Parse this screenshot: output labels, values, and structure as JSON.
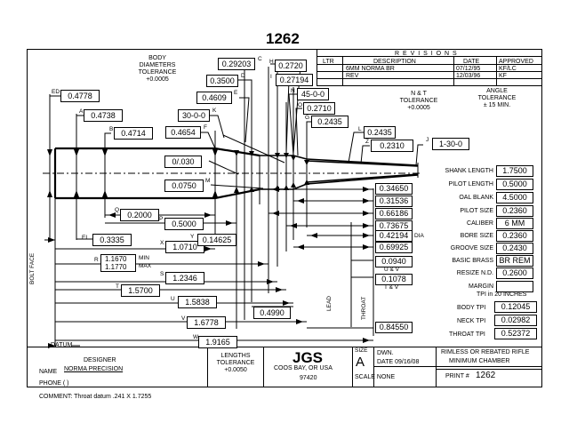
{
  "title": "1262",
  "revisions": {
    "header": "R E V I S I O N S",
    "cols": [
      "LTR",
      "DESCRIPTION",
      "DATE",
      "APPROVED"
    ],
    "rows": [
      {
        "ltr": "",
        "desc": "6MM NORMA BR",
        "date": "07/12/95",
        "appr": "KF/LC"
      },
      {
        "ltr": "",
        "desc": "REV",
        "date": "12/03/96",
        "appr": "KF"
      }
    ]
  },
  "notes": {
    "body_tol": [
      "BODY",
      "DIAMETERS",
      "TOLERANCE",
      "+0.0005"
    ],
    "nt_tol": [
      "N & T",
      "TOLERANCE",
      "+0.0005"
    ],
    "angle_tol": [
      "ANGLE",
      "TOLERANCE",
      "± 15 MIN."
    ]
  },
  "dims": {
    "ed": "0.4778",
    "ed_label": "ED",
    "a": "0.4738",
    "a_label": "A",
    "b": "0.4714",
    "b_label": "B",
    "f": "0.4654",
    "f_label": "F",
    "k_angle": "30-0-0",
    "k_label": "K",
    "e": "0.4609",
    "e_label": "E",
    "d": "0.3500",
    "d_label": "D",
    "c": "0.29203",
    "c_label": "C",
    "h": "0.2720",
    "h_label": "H",
    "i": "0.27194",
    "i_label": "I",
    "n_angle": "45-0-0",
    "n_label": "N",
    "o_letter": "O",
    "o": "0.2710",
    "g": "0.2435",
    "g_label": "G",
    "l": "0.2435",
    "l_label": "L",
    "z": "0.2310",
    "z_label": "Z",
    "j_angle": "1-30-0",
    "j_label": "J",
    "neck_angle": "0/.030",
    "m": "0.0750",
    "m_label": "M",
    "q": "0.2000",
    "q_label": "Q",
    "p": "0.5000",
    "p_label": "P",
    "el": "0.3335",
    "el_label": "EL",
    "x": "1.0710",
    "x_label": "X",
    "y": "0.14625",
    "y_label": "Y",
    "r_min": "1.1670",
    "r_max": "1.1770",
    "r_label": "R",
    "min_label": "MIN",
    "max_label": "MAX",
    "s": "1.2346",
    "s_label": "S",
    "t": "1.5700",
    "t_label": "T",
    "u": "1.5838",
    "u_label": "U",
    "v": "1.6778",
    "v_label": "V",
    "w": "1.9165",
    "w_label": "W",
    "v2": "0.4990",
    "r1": "0.34650",
    "r2": "0.31536",
    "r3": "0.66186",
    "r4": "0.73675",
    "r5": "0.42194",
    "dia_label": "DIA",
    "r6": "0.69925",
    "r7": "0.0940",
    "uv1": "U & V",
    "r8": "0.1078",
    "tv": "T & V",
    "throat_len": "0.84550",
    "lead_label": "LEAD",
    "throat_label": "THROAT",
    "bolt_face_label": "BOLT FACE",
    "datum_label": "DATUM"
  },
  "specs": [
    {
      "label": "SHANK LENGTH",
      "value": "1.7500"
    },
    {
      "label": "PILOT LENGTH",
      "value": "0.5000"
    },
    {
      "label": "OAL BLANK",
      "value": "4.5000"
    },
    {
      "label": "PILOT SIZE",
      "value": "0.2360"
    },
    {
      "label": "CALIBER",
      "value": "6 MM"
    },
    {
      "label": "BORE SIZE",
      "value": "0.2360"
    },
    {
      "label": "GROOVE SIZE",
      "value": "0.2430"
    },
    {
      "label": "BASIC BRASS",
      "value": "BR REM"
    },
    {
      "label": "RESIZE N.D.",
      "value": "0.2600"
    },
    {
      "label": "MARGIN",
      "value": ""
    }
  ],
  "tpi": {
    "header": "TPI in 20 INCHES",
    "rows": [
      {
        "label": "BODY TPI",
        "value": "0.12045"
      },
      {
        "label": "NECK TPI",
        "value": "0.02982"
      },
      {
        "label": "THROAT TPI",
        "value": "0.52372"
      }
    ]
  },
  "footer": {
    "designer_label": "DESIGNER",
    "name_label": "NAME",
    "name_value": "NORMA PRECISION",
    "phone_label": "PHONE  (        )",
    "len_tol": [
      "LENGTHS",
      "TOLERANCE",
      "+0.0050"
    ],
    "logo": "JGS",
    "city": "COOS BAY, OR USA",
    "zip": "97420",
    "size_label": "SIZE",
    "size_value": "A",
    "dwn_label": "DWN.",
    "date_label": "DATE 09/16/08",
    "scale_label": "SCALE   NONE",
    "desc1": "RIMLESS OR REBATED RIFLE",
    "desc2": "MINIMUM CHAMBER",
    "print_label": "PRINT #",
    "print_value": "1262"
  },
  "comment": "COMMENT:  Throat datum .241 X 1.7255"
}
